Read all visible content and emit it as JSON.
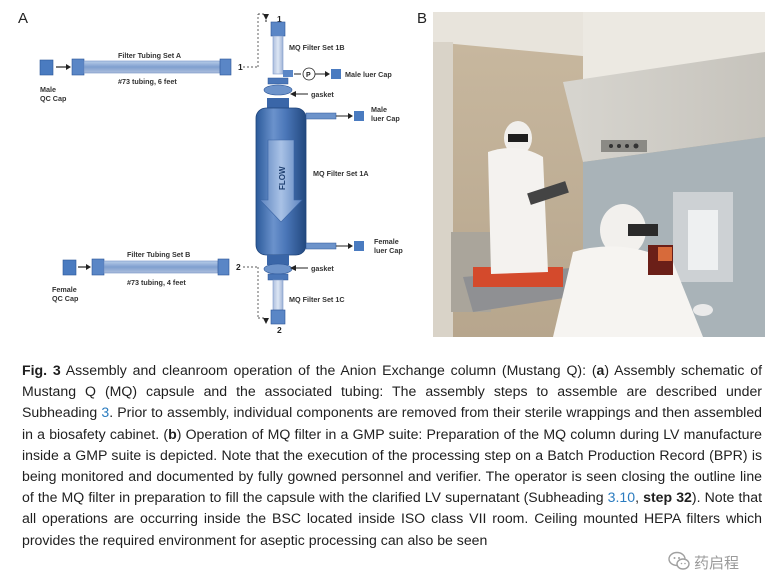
{
  "panels": {
    "a_label": "A",
    "b_label": "B"
  },
  "schematic": {
    "tubing_a": {
      "label": "Filter Tubing Set A",
      "spec": "#73 tubing, 6 feet",
      "end_number": "1"
    },
    "tubing_b": {
      "label": "Filter Tubing Set B",
      "spec": "#73 tubing, 4 feet",
      "end_number": "2"
    },
    "male_qc_cap": [
      "Male",
      "QC Cap"
    ],
    "female_qc_cap": [
      "Female",
      "QC Cap"
    ],
    "top_number": "1",
    "bottom_number": "2",
    "right_number_1": "1",
    "right_number_2": "2",
    "filter_1b": "MQ Filter Set 1B",
    "p_symbol": "P",
    "male_luer_cap_top": "Male luer Cap",
    "gasket_top": "gasket",
    "male_luer_cap": [
      "Male",
      "luer Cap"
    ],
    "flow_text": "FLOW",
    "filter_1a": "MQ Filter Set 1A",
    "female_luer_cap": [
      "Female",
      "luer Cap"
    ],
    "gasket_bottom": "gasket",
    "filter_1c": "MQ Filter Set 1C"
  },
  "caption": {
    "fig_label": "Fig. 3",
    "part1": " Assembly and cleanroom operation of the Anion Exchange column (Mustang Q): (",
    "a": "a",
    "part2": ") Assembly schematic of Mustang Q (MQ) capsule and the associated tubing: The assembly steps to assemble are described under Subheading ",
    "ref1": "3",
    "part3": ". Prior to assembly, individual components are removed from their sterile wrappings and then assembled in a biosafety cabinet. (",
    "b": "b",
    "part4": ") Operation of MQ filter in a GMP suite: Preparation of the MQ column during LV manufacture inside a GMP suite is depicted. Note that the execution of the processing step on a Batch Production Record (BPR) is being monitored and documented by fully gowned personnel and verifier. The operator is seen closing the outline line of the MQ filter in preparation to fill the capsule with the clarified LV supernatant (Subheading ",
    "ref2": "3.10",
    "comma": ", ",
    "step": "step 32",
    "part5": "). Note that all operations are occurring inside the BSC located inside ISO class VII room. Ceiling mounted HEPA filters which provides the required environment for aseptic processing can also be seen"
  },
  "watermark": {
    "text": "药启程"
  }
}
